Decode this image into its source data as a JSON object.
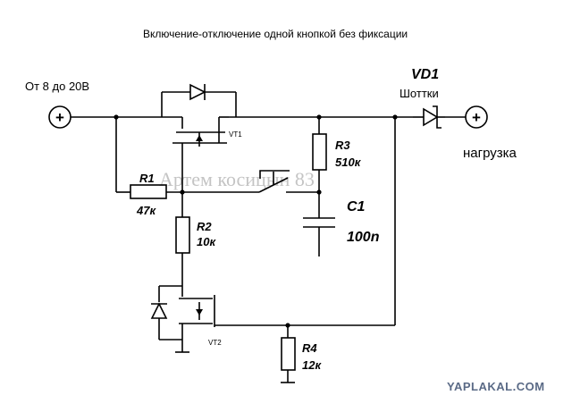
{
  "title": "Включение-отключение одной кнопкой без фиксации",
  "input": {
    "label": "От 8 до 20В",
    "symbol": "+"
  },
  "output": {
    "label": "нагрузка",
    "symbol": "+"
  },
  "components": {
    "vd1": {
      "designator": "VD1",
      "type": "Шоттки"
    },
    "vt1": {
      "designator": "VT1"
    },
    "vt2": {
      "designator": "VT2"
    },
    "r1": {
      "designator": "R1",
      "value": "47к"
    },
    "r2": {
      "designator": "R2",
      "value": "10к"
    },
    "r3": {
      "designator": "R3",
      "value": "510к"
    },
    "r4": {
      "designator": "R4",
      "value": "12к"
    },
    "c1": {
      "designator": "C1",
      "value": "100n"
    }
  },
  "watermark": "Артем косицын 83",
  "brand": "YAPLAKAL.COM"
}
